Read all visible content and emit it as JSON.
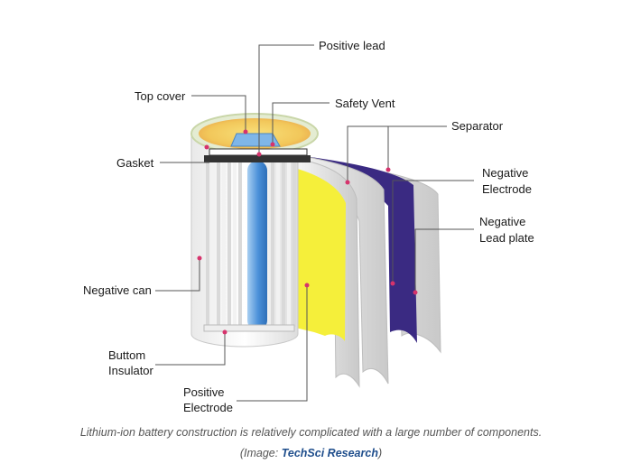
{
  "labels": {
    "positive_lead": "Positive lead",
    "top_cover": "Top cover",
    "safety_vent": "Safety Vent",
    "separator": "Separator",
    "gasket": "Gasket",
    "negative_electrode_1": "Negative",
    "negative_electrode_2": "Electrode",
    "negative_lead_plate_1": "Negative",
    "negative_lead_plate_2": "Lead plate",
    "negative_can": "Negative can",
    "buttom_insulator_1": "Buttom",
    "buttom_insulator_2": "Insulator",
    "positive_electrode_1": "Positive",
    "positive_electrode_2": "Electrode"
  },
  "caption": {
    "line1": "Lithium-ion battery construction is relatively complicated with a large number of components.",
    "prefix": "(Image: ",
    "source": "TechSci Research",
    "suffix": ")"
  },
  "colors": {
    "accent_dot": "#d6336c",
    "separator_gray": "#cfcfcf",
    "negative_electrode": "#3a2a82",
    "positive_electrode": "#f5ef3a",
    "core_blue": "#4a90d9",
    "top_cover_yellow": "#f6d96b"
  }
}
